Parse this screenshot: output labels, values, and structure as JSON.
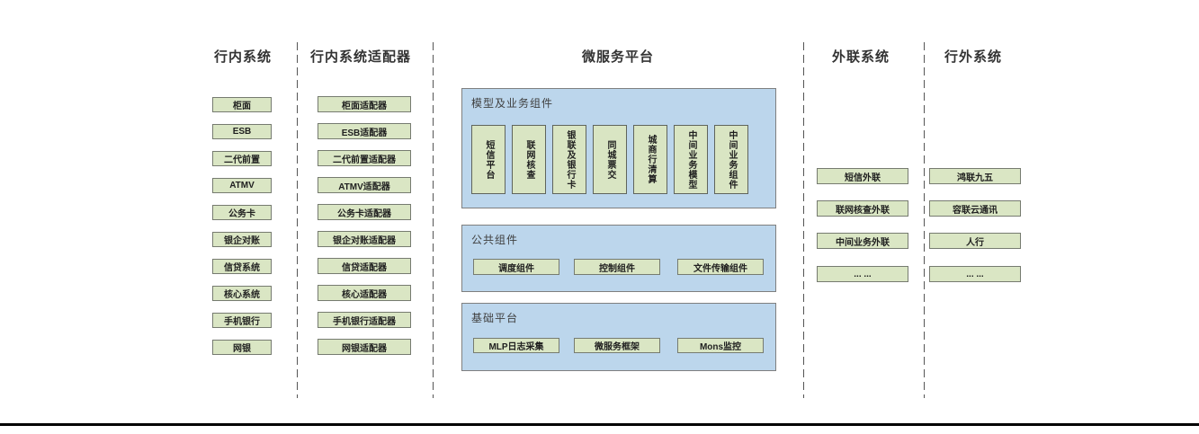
{
  "colors": {
    "green_fill": "#dae6c4",
    "green_border": "#767b70",
    "blue_fill": "#bcd6ec",
    "blue_border": "#7f7f7f",
    "divider": "#555555",
    "bottom_rule": "#000000"
  },
  "columns": {
    "internal": {
      "title": "行内系统",
      "items": [
        "柜面",
        "ESB",
        "二代前置",
        "ATMV",
        "公务卡",
        "银企对账",
        "信贷系统",
        "核心系统",
        "手机银行",
        "网银"
      ]
    },
    "adapters": {
      "title": "行内系统适配器",
      "items": [
        "柜面适配器",
        "ESB适配器",
        "二代前置适配器",
        "ATMV适配器",
        "公务卡适配器",
        "银企对账适配器",
        "信贷适配器",
        "核心适配器",
        "手机银行适配器",
        "网银适配器"
      ]
    },
    "platform": {
      "title": "微服务平台",
      "model_panel": {
        "label": "模型及业务组件",
        "items": [
          "短信平台",
          "联网核查",
          "银联及银行卡",
          "同城票交",
          "城商行清算",
          "中间业务模型",
          "中间业务组件"
        ]
      },
      "common_panel": {
        "label": "公共组件",
        "items": [
          "调度组件",
          "控制组件",
          "文件传输组件"
        ]
      },
      "base_panel": {
        "label": "基础平台",
        "items": [
          "MLP日志采集",
          "微服务框架",
          "Mons监控"
        ]
      }
    },
    "outreach": {
      "title": "外联系统",
      "items": [
        "短信外联",
        "联网核查外联",
        "中间业务外联",
        "... ..."
      ]
    },
    "external": {
      "title": "行外系统",
      "items": [
        "鸿联九五",
        "容联云通讯",
        "人行",
        "... ..."
      ]
    }
  }
}
